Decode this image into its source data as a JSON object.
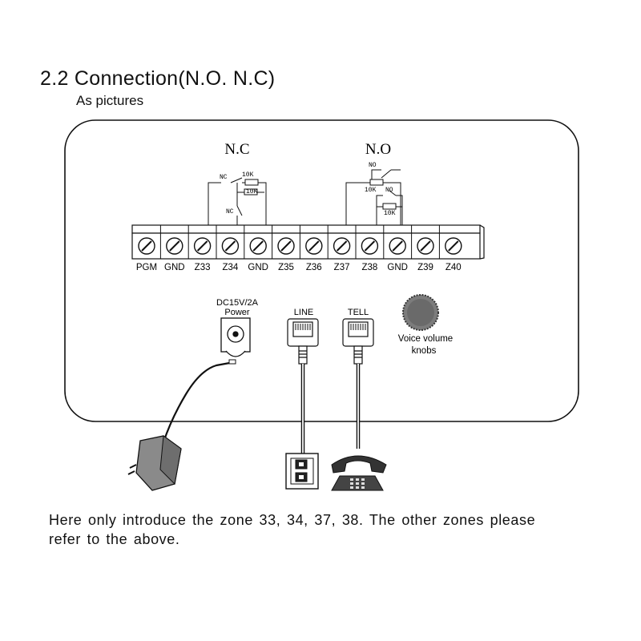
{
  "heading": {
    "title": "2.2 Connection(N.O. N.C)",
    "subtitle": "As pictures"
  },
  "panel": {
    "nc_label": "N.C",
    "no_label": "N.O",
    "nc_circuit": {
      "switch": "NC",
      "resistor_top": "10K",
      "resistor_bottom": "10K",
      "switch_side": "NC"
    },
    "no_circuit": {
      "switch_top": "NO",
      "resistor_mid": "10K",
      "switch_mid": "NO",
      "resistor_bottom": "10K"
    },
    "terminals": [
      "PGM",
      "GND",
      "Z33",
      "Z34",
      "GND",
      "Z35",
      "Z36",
      "Z37",
      "Z38",
      "GND",
      "Z39",
      "Z40"
    ],
    "power_label_line1": "DC15V/2A",
    "power_label_line2": "Power",
    "line_label": "LINE",
    "tell_label": "TELL",
    "knob_label_line1": "Voice volume",
    "knob_label_line2": "knobs"
  },
  "footer": {
    "line1": "Here only introduce the zone 33, 34, 37, 38. The other zones please",
    "line2": "refer to the above."
  }
}
